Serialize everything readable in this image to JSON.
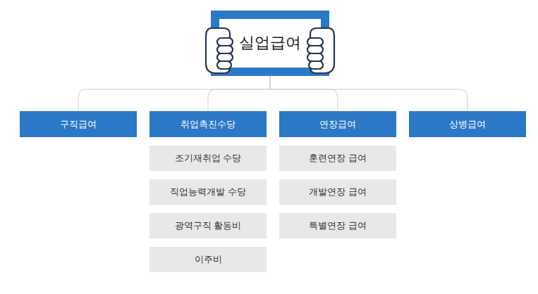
{
  "diagram": {
    "nodes": [
      {
        "text": [
          "실업급여"
        ]
      },
      {
        "text": [
          "구직급여"
        ]
      },
      {
        "text": [
          "취업촉진수당"
        ]
      },
      {
        "text": [
          "연장급여"
        ]
      },
      {
        "text": [
          "상병급여"
        ]
      },
      {
        "text": [
          "조기재취업 수당"
        ]
      },
      {
        "text": [
          "직업능력개발 수당"
        ]
      },
      {
        "text": [
          "광역구직 활동비"
        ]
      },
      {
        "text": [
          "이주비"
        ]
      },
      {
        "text": [
          "훈련연장 급여"
        ]
      },
      {
        "text": [
          "개발연장 급여"
        ]
      },
      {
        "text": [
          "특별연장 급여"
        ]
      }
    ],
    "edges": [
      {
        "from": 0,
        "to": 1,
        "arrow": "none"
      },
      {
        "from": 0,
        "to": 2,
        "arrow": "none"
      },
      {
        "from": 0,
        "to": 3,
        "arrow": "none"
      },
      {
        "from": 0,
        "to": 4,
        "arrow": "none"
      }
    ]
  }
}
